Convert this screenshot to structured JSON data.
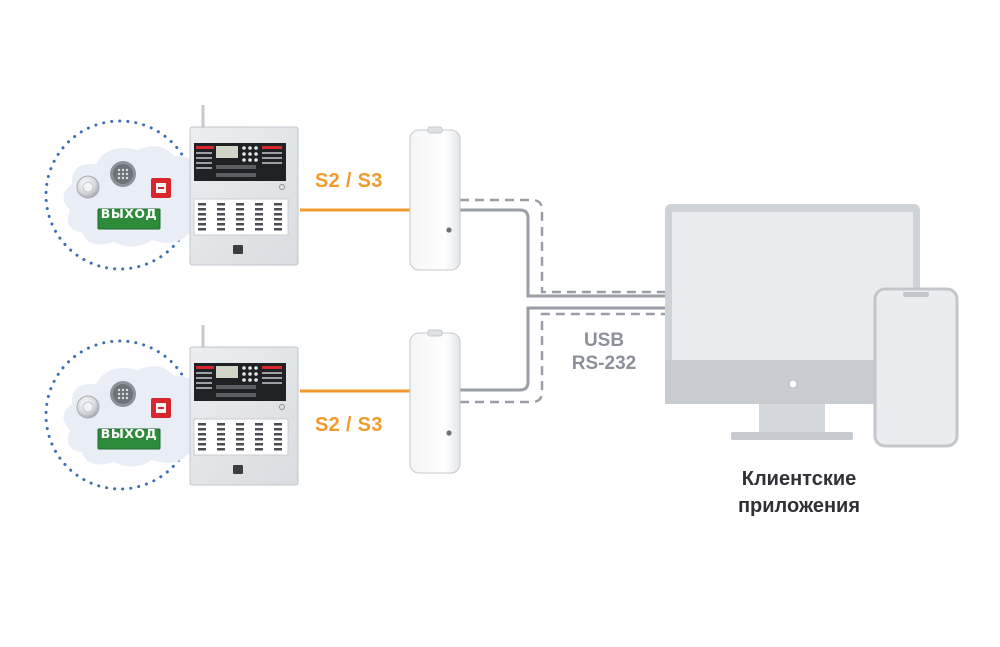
{
  "sites": [
    {
      "devices": [
        "siren-icon",
        "speaker-icon",
        "manual-call-point-icon"
      ],
      "exit_sign": "ВЫХОД",
      "link_label": "S2 / S3"
    },
    {
      "devices": [
        "siren-icon",
        "speaker-icon",
        "manual-call-point-icon"
      ],
      "exit_sign": "ВЫХОД",
      "link_label": "S2 / S3"
    }
  ],
  "interface": {
    "line1": "USB",
    "line2": "RS-232"
  },
  "client": {
    "line1": "Клиентские",
    "line2": "приложения"
  },
  "colors": {
    "link_orange": "#f39a2e",
    "cable_gray": "#9a9ea6",
    "zone_dots": "#3d6fb0",
    "exit_green": "#2e8b3a"
  }
}
